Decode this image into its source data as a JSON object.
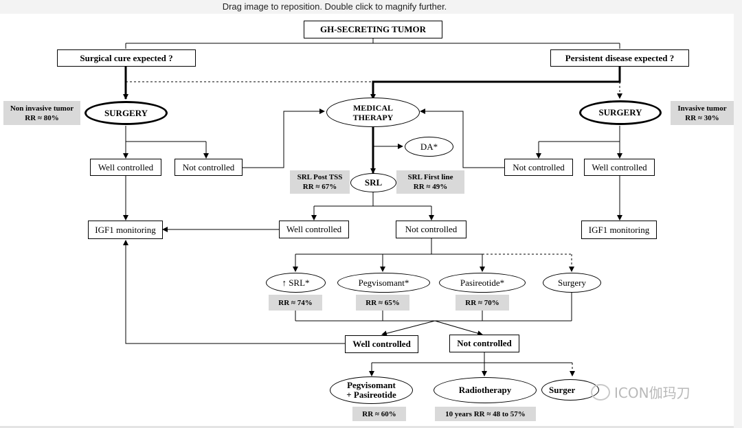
{
  "top_bar": {
    "hint": "Drag image to reposition. Double click to magnify further."
  },
  "diagram": {
    "title": "GH-SECRETING TUMOR",
    "left_question": "Surgical cure expected ?",
    "right_question": "Persistent disease expected ?",
    "surgery": "SURGERY",
    "medical_line1": "MEDICAL",
    "medical_line2": "THERAPY",
    "da": "DA*",
    "srl": "SRL",
    "well_controlled": "Well controlled",
    "not_controlled": "Not controlled",
    "igf1": "IGF1 monitoring",
    "up_srl": "↑ SRL*",
    "pegvisomant": "Pegvisomant*",
    "pasireotide": "Pasireotide*",
    "surgery_small": "Surgery",
    "combo_line1": "Pegvisomant",
    "combo_line2": "+ Pasireotide",
    "radiotherapy": "Radiotherapy",
    "surgery_partial": "Surger",
    "labels": {
      "non_invasive_title": "Non invasive tumor",
      "non_invasive_rr": "RR ≈ 80%",
      "invasive_title": "Invasive tumor",
      "invasive_rr": "RR ≈ 30%",
      "srl_post_title": "SRL Post TSS",
      "srl_post_rr": "RR ≈ 67%",
      "srl_first_title": "SRL First line",
      "srl_first_rr": "RR ≈ 49%",
      "rr_74": "RR ≈ 74%",
      "rr_65": "RR ≈ 65%",
      "rr_70": "RR ≈ 70%",
      "rr_60": "RR ≈ 60%",
      "rr_radio": "10 years RR ≈ 48 to 57%"
    }
  },
  "watermark": {
    "text": "ICON伽玛刀",
    "icon": "wechat-logo-icon"
  }
}
